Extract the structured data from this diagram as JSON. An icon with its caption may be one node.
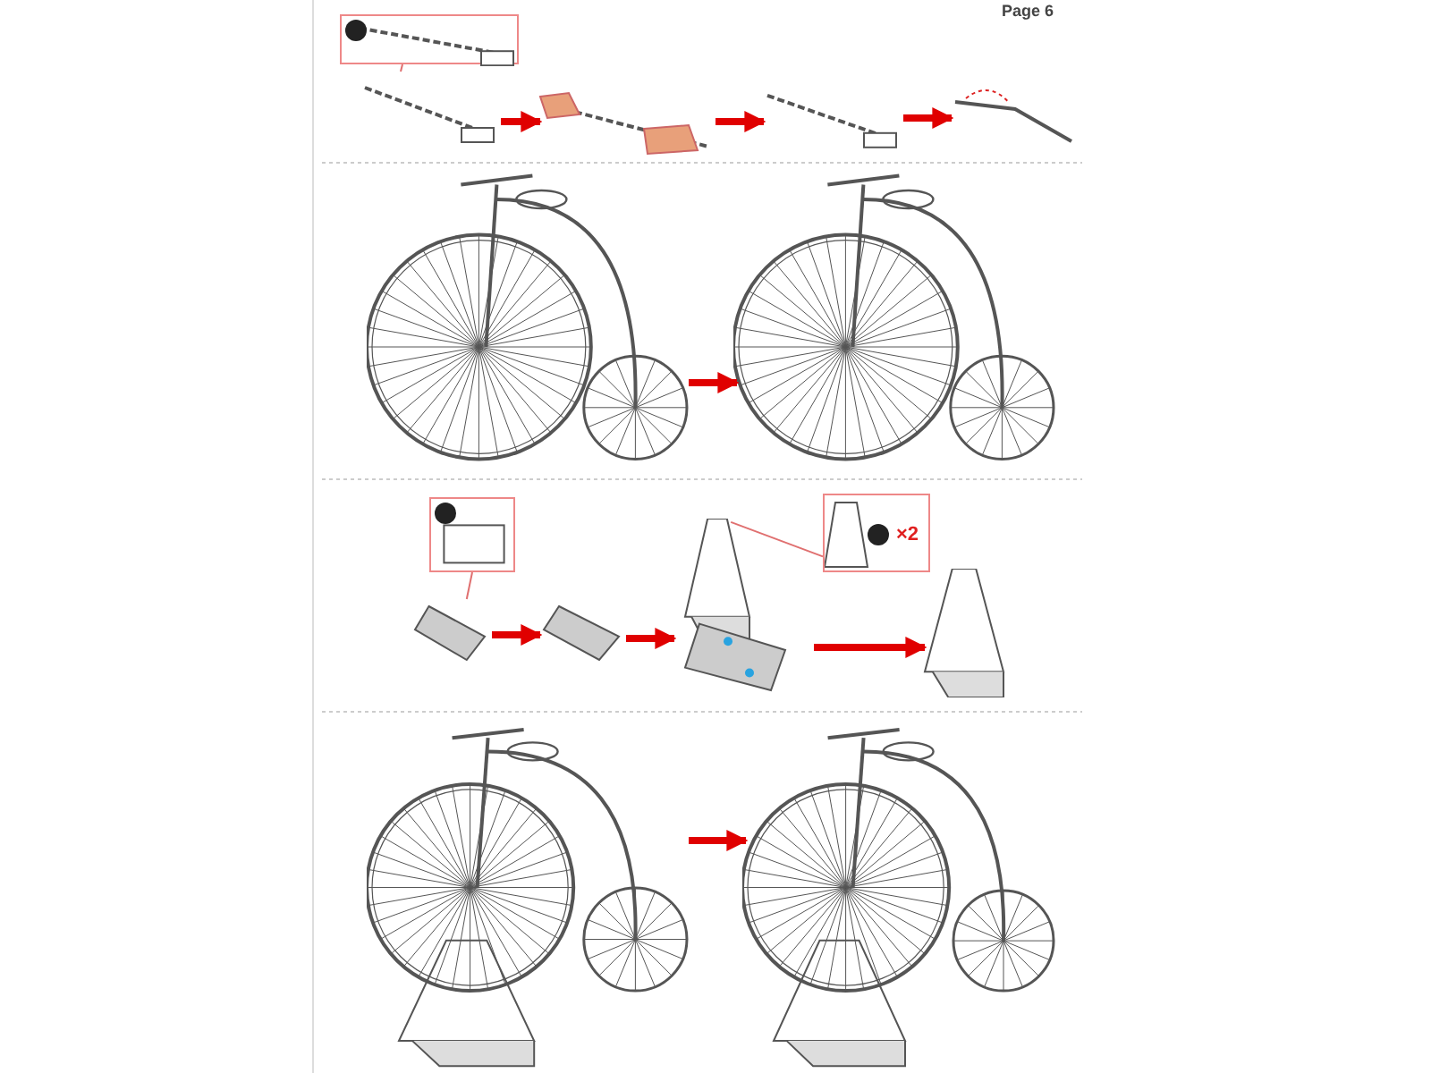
{
  "diagram": {
    "nodes": [
      {
        "text": [],
        "shape": "picture"
      },
      {
        "text": [],
        "shape": "picture"
      },
      {
        "text": [],
        "shape": "picture"
      },
      {
        "text": [],
        "shape": "picture"
      },
      {
        "text": [],
        "shape": "picture"
      },
      {
        "text": [],
        "shape": "picture"
      },
      {
        "text": [],
        "shape": "picture"
      },
      {
        "text": [],
        "shape": "picture"
      },
      {
        "text": [],
        "shape": "picture"
      },
      {
        "text": [],
        "shape": "picture"
      },
      {
        "text": [],
        "shape": "picture"
      },
      {
        "text": [
          "×2"
        ]
      },
      {
        "text": [],
        "shape": "picture"
      },
      {
        "text": [],
        "shape": "picture"
      },
      {
        "text": [],
        "shape": "picture"
      }
    ],
    "edges": [
      {
        "from": 0,
        "to": 1,
        "arrow": "none",
        "color": "#e07070"
      },
      {
        "from": 1,
        "to": 2,
        "arrow": "to"
      },
      {
        "from": 2,
        "to": 3,
        "arrow": "to"
      },
      {
        "from": 3,
        "to": 4,
        "arrow": "to"
      },
      {
        "from": 5,
        "to": 6,
        "arrow": "to"
      },
      {
        "from": 7,
        "to": 8,
        "arrow": "none",
        "color": "#e07070"
      },
      {
        "from": 8,
        "to": 9,
        "arrow": "to"
      },
      {
        "from": 9,
        "to": 10,
        "arrow": "to"
      },
      {
        "from": 10,
        "to": 12,
        "arrow": "to"
      },
      {
        "from": 11,
        "to": 10,
        "arrow": "none",
        "color": "#e07070"
      },
      {
        "from": 13,
        "to": 14,
        "arrow": "to"
      }
    ],
    "labels": [
      "Page 6"
    ]
  }
}
